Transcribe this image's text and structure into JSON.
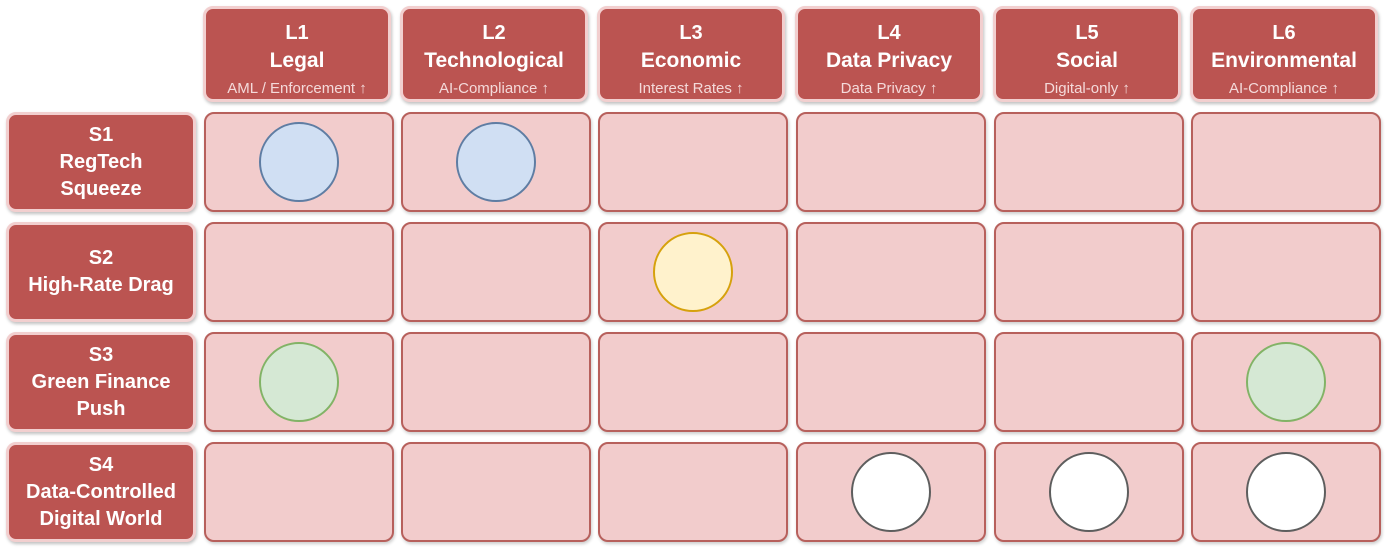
{
  "columns": [
    {
      "code": "L1",
      "title": "Legal",
      "driver": "AML / Enforcement ↑"
    },
    {
      "code": "L2",
      "title": "Technological",
      "driver": "AI-Compliance ↑"
    },
    {
      "code": "L3",
      "title": "Economic",
      "driver": "Interest Rates ↑"
    },
    {
      "code": "L4",
      "title": "Data Privacy",
      "driver": "Data Privacy ↑"
    },
    {
      "code": "L5",
      "title": "Social",
      "driver": "Digital-only ↑"
    },
    {
      "code": "L6",
      "title": "Environmental",
      "driver": "AI-Compliance ↑"
    }
  ],
  "rows": [
    {
      "code": "S1",
      "lines": [
        "RegTech",
        "Squeeze"
      ]
    },
    {
      "code": "S2",
      "lines": [
        "High-Rate Drag"
      ]
    },
    {
      "code": "S3",
      "lines": [
        "Green Finance",
        "Push"
      ]
    },
    {
      "code": "S4",
      "lines": [
        "Data-Controlled",
        "Digital World"
      ]
    }
  ],
  "marker_styles": {
    "blue": {
      "fill": "#d0dff3",
      "stroke": "#5f7da3"
    },
    "yellow": {
      "fill": "#fff2cc",
      "stroke": "#d6a10c"
    },
    "green": {
      "fill": "#d5e8d4",
      "stroke": "#82b366"
    },
    "white": {
      "fill": "#ffffff",
      "stroke": "#5e5e5e"
    }
  },
  "markers": [
    {
      "row": 0,
      "col": 0,
      "style": "blue"
    },
    {
      "row": 0,
      "col": 1,
      "style": "blue"
    },
    {
      "row": 1,
      "col": 2,
      "style": "yellow"
    },
    {
      "row": 2,
      "col": 0,
      "style": "green"
    },
    {
      "row": 2,
      "col": 5,
      "style": "green"
    },
    {
      "row": 3,
      "col": 3,
      "style": "white"
    },
    {
      "row": 3,
      "col": 4,
      "style": "white"
    },
    {
      "row": 3,
      "col": 5,
      "style": "white"
    }
  ]
}
